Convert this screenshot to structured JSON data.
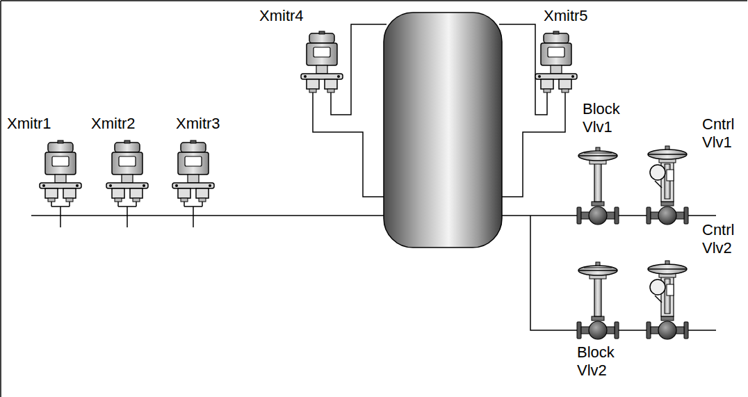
{
  "diagram": {
    "labels": [
      "Xmitr1",
      "Xmitr2",
      "Xmitr3",
      "Xmitr4",
      "Xmitr5",
      "Block Vlv1",
      "Cntrl Vlv1",
      "Cntrl Vlv2",
      "Block Vlv2"
    ]
  }
}
